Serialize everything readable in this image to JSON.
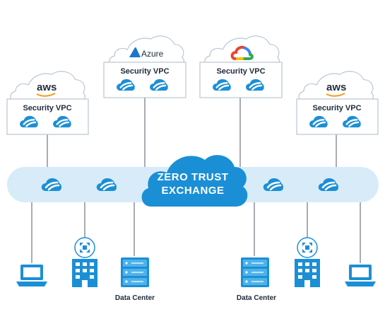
{
  "colors": {
    "accent": "#1b8fd6",
    "accent_light": "#4fb3ea",
    "bar_fill": "#d7ecf8",
    "line": "#8a9099",
    "text": "#1d2b3a"
  },
  "clouds": [
    {
      "provider": "aws",
      "logo_text": "aws",
      "vpc_label": "Security VPC"
    },
    {
      "provider": "azure",
      "logo_text": "Azure",
      "vpc_label": "Security VPC"
    },
    {
      "provider": "gcp",
      "logo_text": "",
      "vpc_label": "Security VPC"
    },
    {
      "provider": "aws",
      "logo_text": "aws",
      "vpc_label": "Security VPC"
    }
  ],
  "exchange": {
    "line1": "ZERO TRUST",
    "line2": "EXCHANGE"
  },
  "endpoints": {
    "data_center_label": "Data Center",
    "items": [
      "laptop-icon",
      "branch-office-icon",
      "data-center-icon",
      "data-center-icon",
      "branch-office-icon",
      "laptop-icon"
    ]
  }
}
